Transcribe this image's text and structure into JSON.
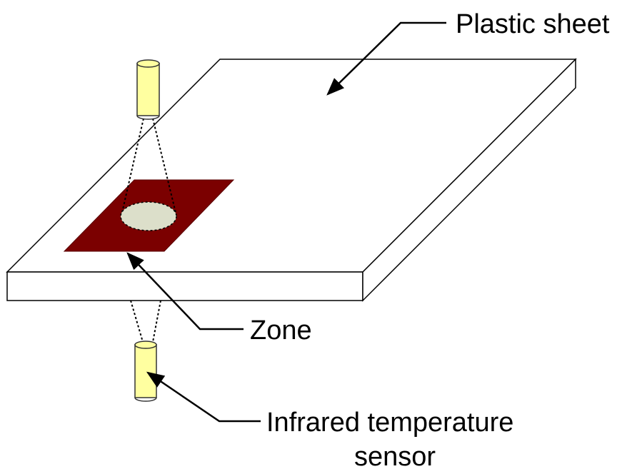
{
  "labels": {
    "plastic_sheet": "Plastic sheet",
    "zone": "Zone",
    "sensor_line1": "Infrared temperature",
    "sensor_line2": "sensor"
  },
  "colors": {
    "background": "#ffffff",
    "sheet_fill": "#ffffff",
    "sheet_outline": "#000000",
    "zone_fill": "#7b0000",
    "measurement_spot": "#dcdfca",
    "sensor_fill": "#ffffa0",
    "sensor_outline": "#333333",
    "arrow": "#000000"
  },
  "icons": {
    "sensor": "cylinder-sensor-icon",
    "arrow": "arrowhead-icon"
  }
}
